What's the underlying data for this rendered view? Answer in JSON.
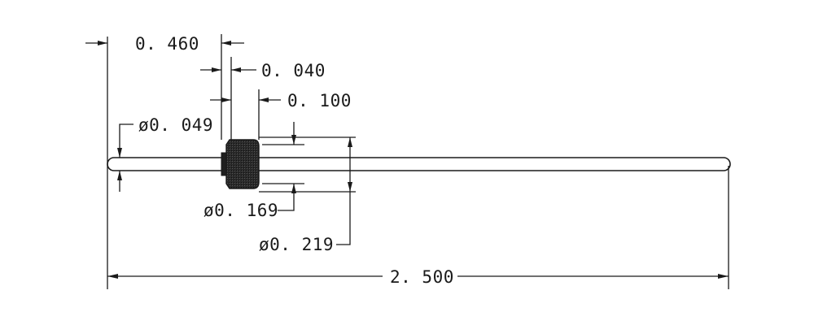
{
  "drawing": {
    "dimensions": {
      "collar_offset": "0. 460",
      "shoulder_width": "0. 040",
      "knurl_length": "0. 100",
      "pin_diameter": "ø0. 049",
      "shoulder_diameter": "ø0. 169",
      "knurl_diameter": "ø0. 219",
      "overall_length": "2. 500"
    }
  }
}
